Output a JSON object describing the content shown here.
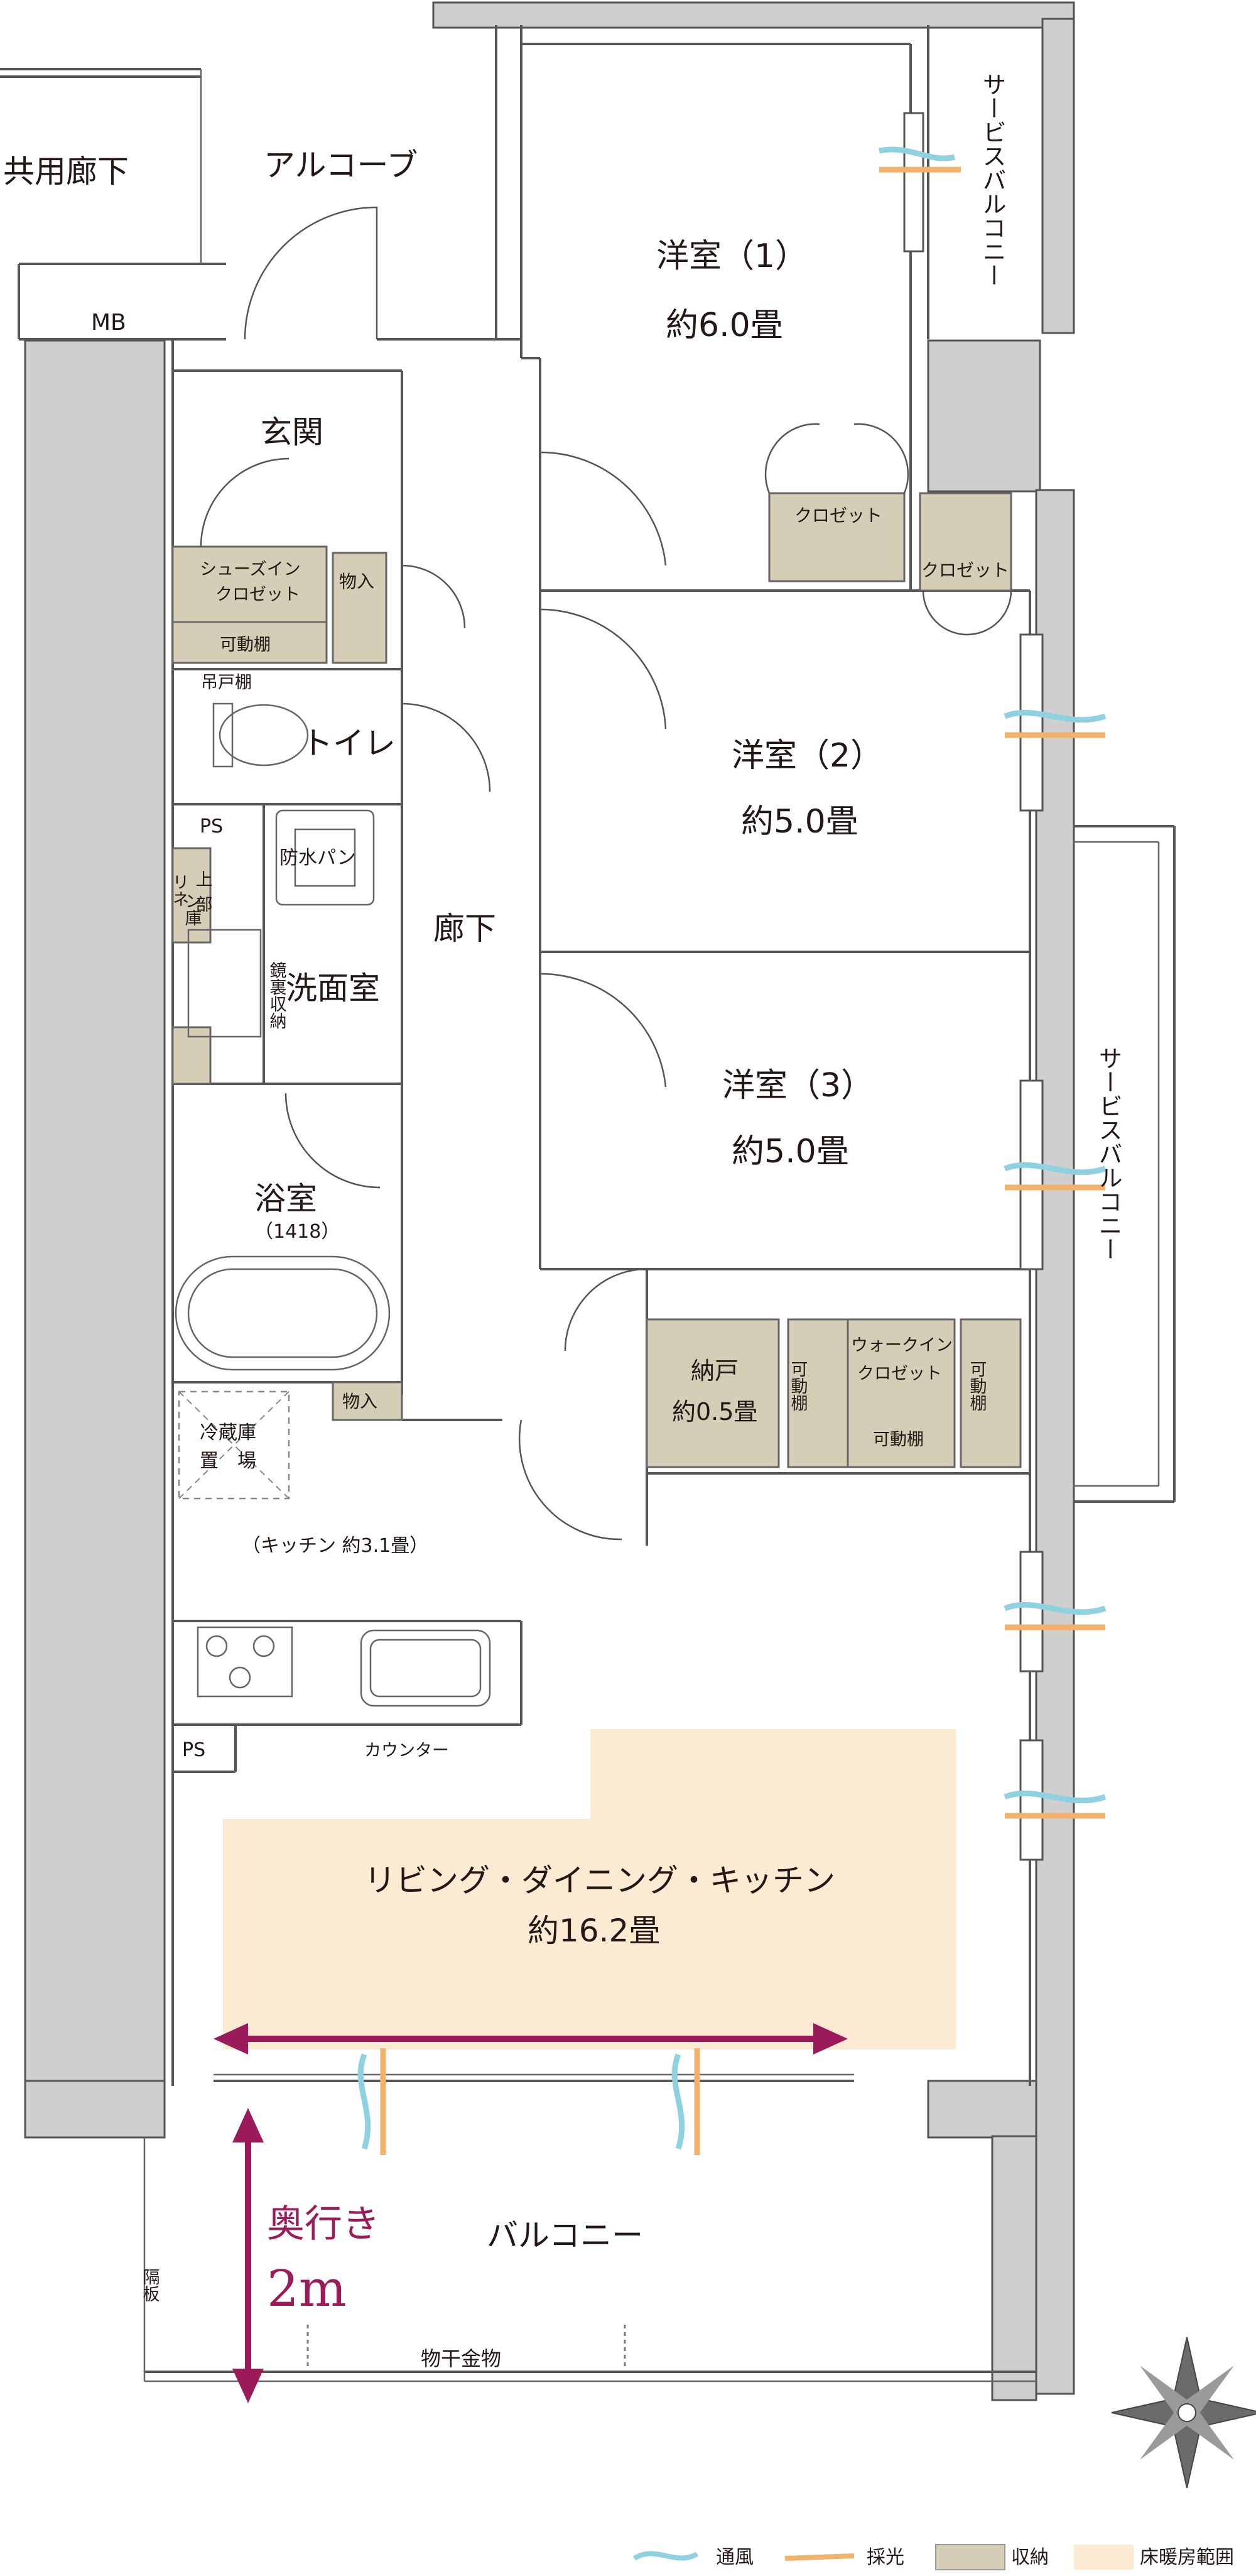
{
  "rooms": {
    "common_corridor": "共用廊下",
    "alcove": "アルコーブ",
    "mb": "MB",
    "western1_name": "洋室（1）",
    "western1_size": "約6.0畳",
    "closet1": "クロゼット",
    "closet2": "クロゼット",
    "service_balcony_top": "サービスバルコニー",
    "entrance": "玄関",
    "shoes_closet_l1": "シューズイン",
    "shoes_closet_l2": "クロゼット",
    "movable_shelf1": "可動棚",
    "storage1": "物入",
    "hanging_shelf": "吊戸棚",
    "toilet": "トイレ",
    "ps1": "PS",
    "western2_name": "洋室（2）",
    "western2_size": "約5.0畳",
    "waterproof_pan": "防水パン",
    "linen_l1": "リネ",
    "linen_l2": "ン庫",
    "upper_l1": "上",
    "upper_l2": "部",
    "mirror_storage": "鏡裏収納",
    "washroom": "洗面室",
    "hallway": "廊下",
    "service_balcony_right": "サービスバルコニー",
    "western3_name": "洋室（3）",
    "western3_size": "約5.0畳",
    "bathroom": "浴室",
    "bathroom_size": "（1418）",
    "storage2": "物入",
    "fridge_l1": "冷蔵庫",
    "fridge_l2": "置　場",
    "nando_name": "納戸",
    "nando_size": "約0.5畳",
    "wic_l1": "ウォークイン",
    "wic_l2": "クロゼット",
    "movable_shelf_a": "可動棚",
    "movable_shelf_b": "可動棚",
    "movable_shelf_c": "可動棚",
    "kitchen": "（キッチン 約3.1畳）",
    "ps2": "PS",
    "counter": "カウンター",
    "ldk_name": "リビング・ダイニング・キッチン",
    "ldk_size": "約16.2畳",
    "depth_label": "奥行き",
    "depth_value": "2m",
    "balcony": "バルコニー",
    "partition": "隔板",
    "clothes_hanger": "物干金物"
  },
  "legend": {
    "ventilation": "通風",
    "daylight": "採光",
    "storage": "収納",
    "floor_heating": "床暖房範囲"
  },
  "colors": {
    "floor_heating": "#fcebd2",
    "storage": "#d6cdb7",
    "ventilation": "#8fd1e0",
    "daylight": "#f3b26b",
    "dimension_arrow": "#9b1b5a",
    "wall": "#cfcfcf"
  }
}
